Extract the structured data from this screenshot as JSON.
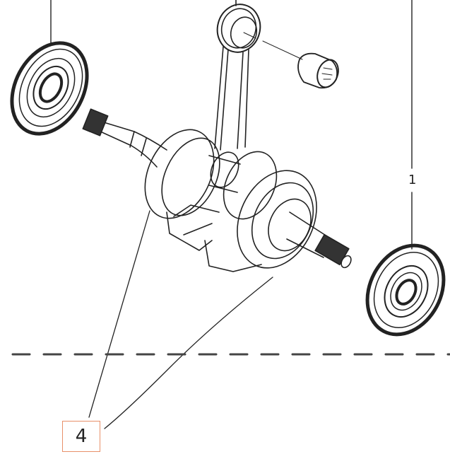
{
  "diagram": {
    "type": "exploded-parts-diagram",
    "subject": "crankshaft assembly",
    "callouts": [
      {
        "id": "1",
        "label": "1",
        "parts": [
          "left-seal-ring",
          "right-seal-ring"
        ],
        "highlighted": false
      },
      {
        "id": "4",
        "label": "4",
        "parts": [
          "crankshaft"
        ],
        "highlighted": true,
        "box_color": "#e8906a"
      }
    ],
    "parts": [
      {
        "name": "left-seal-ring"
      },
      {
        "name": "connecting-rod"
      },
      {
        "name": "needle-bearing"
      },
      {
        "name": "crankshaft"
      },
      {
        "name": "right-seal-ring"
      }
    ],
    "separator": {
      "style": "dashed",
      "color": "#444444"
    }
  }
}
